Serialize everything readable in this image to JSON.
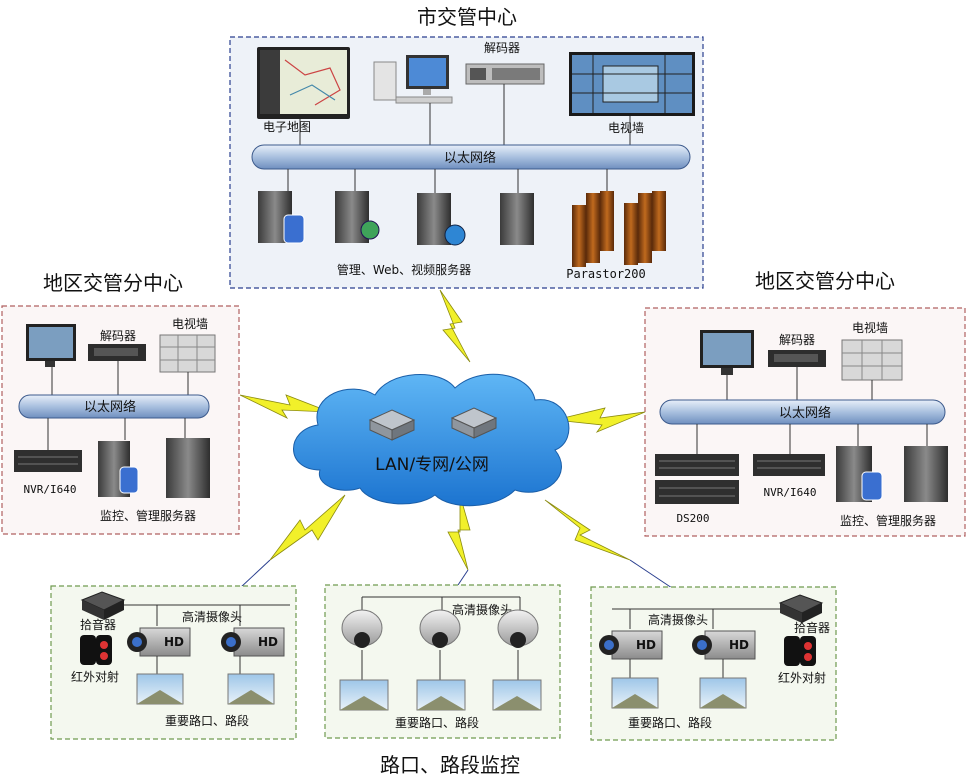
{
  "city_center": {
    "title": "市交管中心",
    "emap_label": "电子地图",
    "decoder_label": "解码器",
    "tvwall_label": "电视墙",
    "ethernet_label": "以太网络",
    "servers_label": "管理、Web、视频服务器",
    "storage_label": "Parastor200"
  },
  "left_center": {
    "title": "地区交管分中心",
    "decoder_label": "解码器",
    "tvwall_label": "电视墙",
    "ethernet_label": "以太网络",
    "nvr_label": "NVR/I640",
    "servers_label": "监控、管理服务器"
  },
  "right_center": {
    "title": "地区交管分中心",
    "decoder_label": "解码器",
    "tvwall_label": "电视墙",
    "ethernet_label": "以太网络",
    "ds_label": "DS200",
    "nvr_label": "NVR/I640",
    "servers_label": "监控、管理服务器"
  },
  "network": {
    "cloud_label": "LAN/专网/公网"
  },
  "sites": {
    "title": "路口、路段监控",
    "left": {
      "mic_label": "拾音器",
      "camera_label": "高清摄像头",
      "infrared_label": "红外对射",
      "road_label": "重要路口、路段",
      "hd_badge": "HD"
    },
    "middle": {
      "camera_label": "高清摄像头",
      "road_label": "重要路口、路段"
    },
    "right": {
      "mic_label": "拾音器",
      "camera_label": "高清摄像头",
      "infrared_label": "红外对射",
      "road_label": "重要路口、路段",
      "hd_badge": "HD"
    }
  },
  "colors": {
    "city_box_border": "#2a3f8f",
    "city_box_fill": "#eef2f8",
    "district_box_border": "#b06060",
    "district_box_fill": "#fbf6f6",
    "site_box_border": "#6f9a4f",
    "site_box_fill": "#f4f8ef",
    "ethernet_bar": "#9fb7d9",
    "cloud": "#2f8fe0",
    "lightning": "#f1f02a"
  }
}
